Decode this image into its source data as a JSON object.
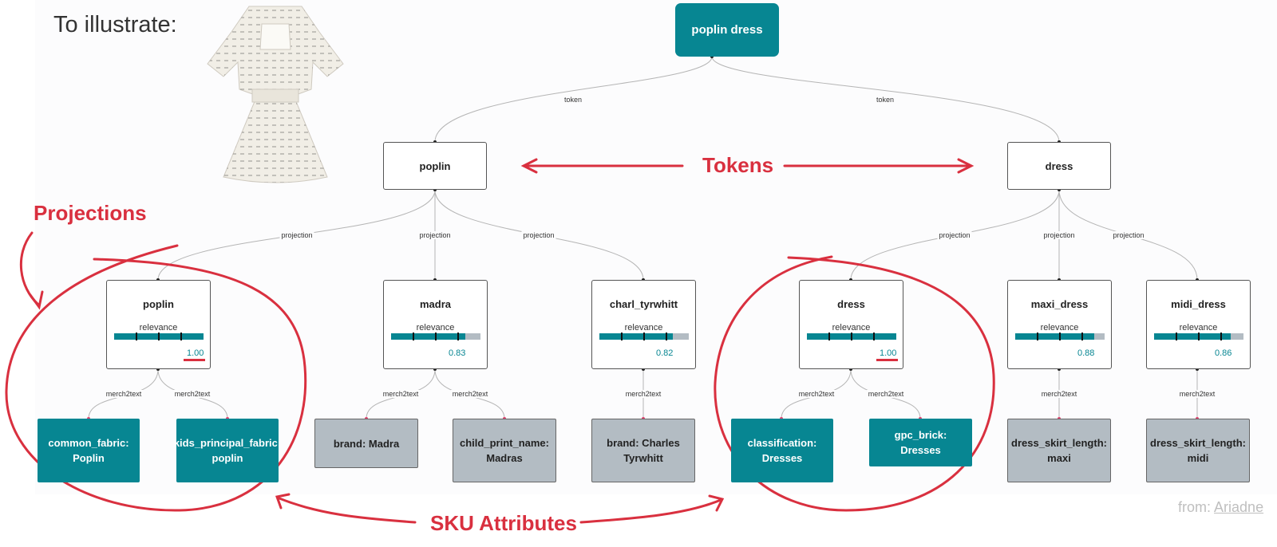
{
  "heading": "To illustrate:",
  "root": {
    "label": "poplin dress"
  },
  "edge_labels": {
    "token": "token",
    "projection": "projection",
    "merch2text": "merch2text"
  },
  "tokens": [
    {
      "label": "poplin"
    },
    {
      "label": "dress"
    }
  ],
  "relevance_label": "relevance",
  "projections": [
    {
      "label": "poplin",
      "relevance": 1.0,
      "score": "1.00",
      "underlined": true
    },
    {
      "label": "madra",
      "relevance": 0.83,
      "score": "0.83",
      "underlined": false
    },
    {
      "label": "charl_tyrwhitt",
      "relevance": 0.82,
      "score": "0.82",
      "underlined": false
    },
    {
      "label": "dress",
      "relevance": 1.0,
      "score": "1.00",
      "underlined": true
    },
    {
      "label": "maxi_dress",
      "relevance": 0.88,
      "score": "0.88",
      "underlined": false
    },
    {
      "label": "midi_dress",
      "relevance": 0.86,
      "score": "0.86",
      "underlined": false
    }
  ],
  "attributes": [
    {
      "label": "common_fabric: Poplin",
      "highlighted": true
    },
    {
      "label": "kids_principal_fabric: poplin",
      "highlighted": true
    },
    {
      "label": "brand: Madra",
      "highlighted": false
    },
    {
      "label": "child_print_name: Madras",
      "highlighted": false
    },
    {
      "label": "brand: Charles Tyrwhitt",
      "highlighted": false
    },
    {
      "label": "classification: Dresses",
      "highlighted": true
    },
    {
      "label": "gpc_brick: Dresses",
      "highlighted": true
    },
    {
      "label": "dress_skirt_length: maxi",
      "highlighted": false
    },
    {
      "label": "dress_skirt_length: midi",
      "highlighted": false
    }
  ],
  "callouts": {
    "tokens": "Tokens",
    "projections": "Projections",
    "sku_attributes": "SKU Attributes"
  },
  "source": {
    "prefix": "from:",
    "link": "Ariadne"
  },
  "colors": {
    "accent": "#078692",
    "annotation": "#d9303f",
    "muted_node": "#b3bcc3"
  }
}
